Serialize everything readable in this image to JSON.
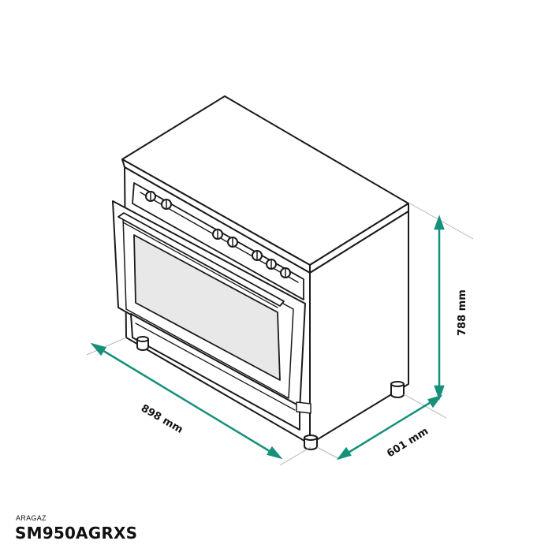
{
  "product": {
    "category": "ARAGAZ",
    "model": "SM950AGRXS"
  },
  "dimensions": {
    "width_label": "898 mm",
    "depth_label": "601 mm",
    "height_label": "788 mm"
  },
  "colors": {
    "accent": "#16907a",
    "outline": "#1a1a1a",
    "shade": "#e8e8e8",
    "extension": "#b5b5b5"
  }
}
